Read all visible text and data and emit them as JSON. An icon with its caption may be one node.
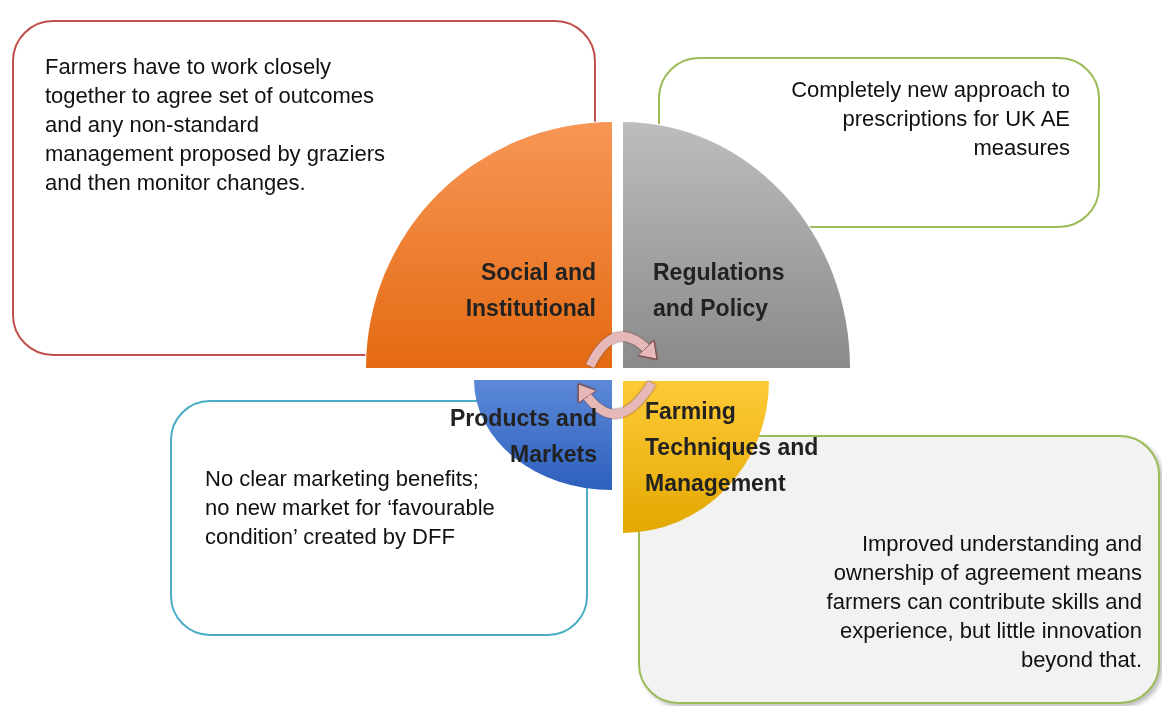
{
  "diagram": {
    "nodes": [
      {
        "text": [
          "Farmers have to work closely together to agree set of outcomes and any non-standard management proposed by graziers and then monitor changes."
        ]
      },
      {
        "text": [
          "Completely new approach to prescriptions for UK AE measures"
        ]
      },
      {
        "text": [
          "Social and Institutional"
        ]
      },
      {
        "text": [
          "Regulations and Policy"
        ]
      },
      {
        "text": [
          "Products and Markets"
        ]
      },
      {
        "text": [
          "Farming Techniques and Management"
        ]
      },
      {
        "text": [
          "No clear marketing benefits; no new market for ‘favourable condition’ created by DFF"
        ]
      },
      {
        "text": [
          "Improved understanding and ownership of agreement means farmers can contribute skills and experience, but little innovation beyond that."
        ]
      }
    ],
    "edges": [
      {
        "from": 2,
        "to": 3,
        "arrow": "to"
      },
      {
        "from": 5,
        "to": 4,
        "arrow": "to"
      }
    ]
  }
}
